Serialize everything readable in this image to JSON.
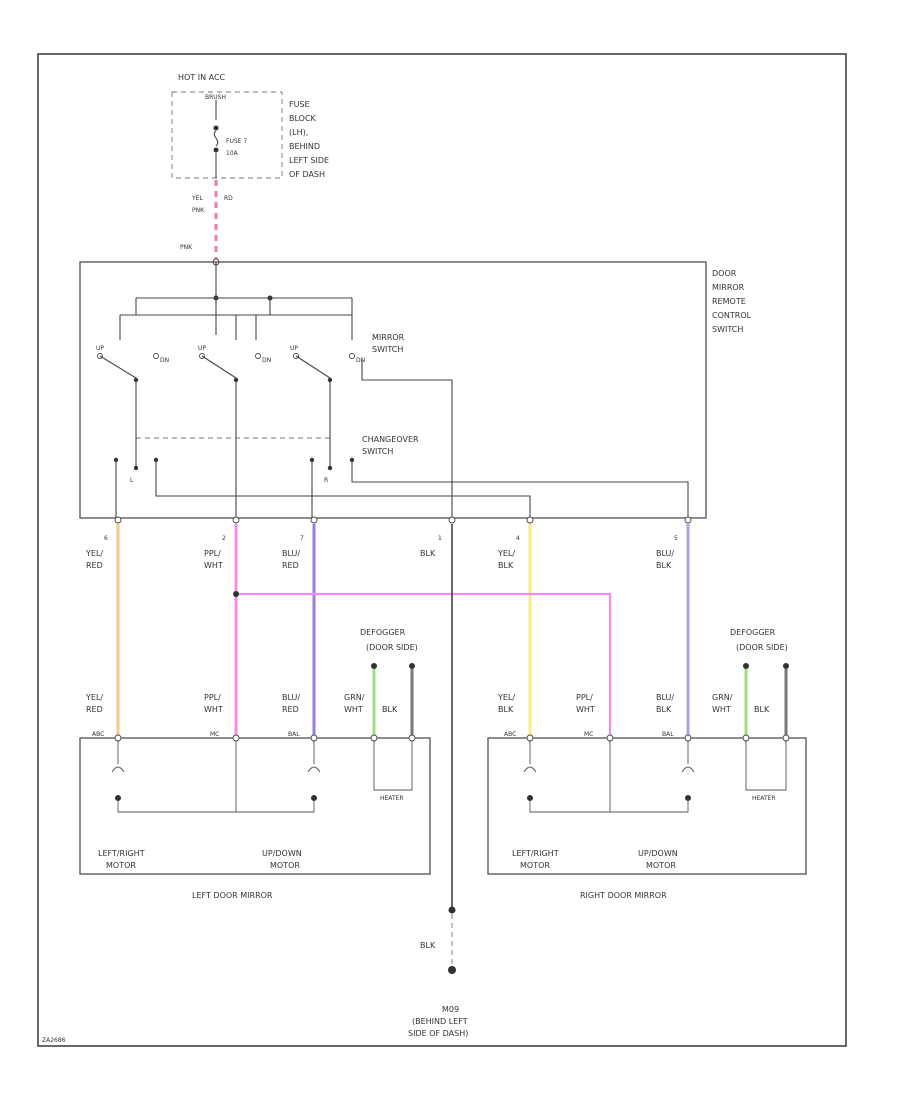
{
  "power": {
    "hot_label": "HOT IN ACC",
    "fuse_block_tag": "BRUSH",
    "fuse_name": "FUSE 7",
    "fuse_rating": "10A",
    "fuse_block_desc": [
      "FUSE",
      "BLOCK",
      "(LH),",
      "BEHIND",
      "LEFT SIDE",
      "OF DASH"
    ],
    "wire_color": "YEL",
    "wire_color2": "PNK",
    "wire_code": "RD",
    "switch_pin": "PNK"
  },
  "switch_assembly": {
    "name_lines": [
      "DOOR",
      "MIRROR",
      "REMOTE",
      "CONTROL",
      "SWITCH"
    ],
    "mirror_switch_lines": [
      "MIRROR",
      "SWITCH"
    ],
    "changeover_lines": [
      "CHANGEOVER",
      "SWITCH"
    ],
    "pos_left": "L",
    "pos_right": "R",
    "up_label": "UP",
    "dn_label": "DN",
    "switch_contacts": [
      "UP",
      "DN",
      "UP",
      "DN",
      "UP",
      "DN"
    ]
  },
  "output_pins": [
    {
      "num": "6",
      "wire": [
        "YEL/",
        "RED"
      ],
      "color": "#f6c98a"
    },
    {
      "num": "2",
      "wire": [
        "PPL/",
        "WHT"
      ],
      "color": "#f08cf0"
    },
    {
      "num": "7",
      "wire": [
        "BLU/",
        "RED"
      ],
      "color": "#9b7de0"
    },
    {
      "num": "1",
      "wire": [
        "BLK",
        ""
      ],
      "color": "#444444"
    },
    {
      "num": "4",
      "wire": [
        "YEL/",
        "BLK"
      ],
      "color": "#f5f07a"
    },
    {
      "num": "5",
      "wire": [
        "BLU/",
        "BLK"
      ],
      "color": "#a7a4ee"
    }
  ],
  "defogger": {
    "left": {
      "title": "DEFOGGER",
      "sub": "(DOOR SIDE)",
      "wires": [
        "GRN/",
        "WHT",
        "BLK"
      ]
    },
    "right": {
      "title": "DEFOGGER",
      "sub": "(DOOR SIDE)",
      "wires": [
        "GRN/",
        "WHT",
        "BLK"
      ]
    }
  },
  "mirrors": {
    "left": {
      "wires": [
        [
          "YEL/",
          "RED"
        ],
        [
          "PPL/",
          "WHT"
        ],
        [
          "BLU/",
          "RED"
        ]
      ],
      "pins": [
        "ABC",
        "MC",
        "BAL"
      ],
      "motor1": [
        "LEFT/RIGHT",
        "MOTOR"
      ],
      "motor2": [
        "UP/DOWN",
        "MOTOR"
      ],
      "heater": "HEATER",
      "name": "LEFT DOOR MIRROR"
    },
    "right": {
      "wires": [
        [
          "YEL/",
          "BLK"
        ],
        [
          "PPL/",
          "WHT"
        ],
        [
          "BLU/",
          "BLK"
        ]
      ],
      "pins": [
        "ABC",
        "MC",
        "BAL"
      ],
      "motor1": [
        "LEFT/RIGHT",
        "MOTOR"
      ],
      "motor2": [
        "UP/DOWN",
        "MOTOR"
      ],
      "heater": "HEATER",
      "name": "RIGHT DOOR MIRROR"
    }
  },
  "ground": {
    "wire": "BLK",
    "lines": [
      "M09",
      "(BEHIND LEFT",
      "SIDE OF DASH)"
    ]
  },
  "footer": {
    "code": "ZA2686"
  },
  "colors": {
    "pink": "#f08cf0",
    "orange": "#f6c98a",
    "purple": "#9b7de0",
    "yellow": "#f5f07a",
    "blue": "#a7a4ee",
    "green": "#9be07c",
    "red_pink": "#f07aa0"
  }
}
